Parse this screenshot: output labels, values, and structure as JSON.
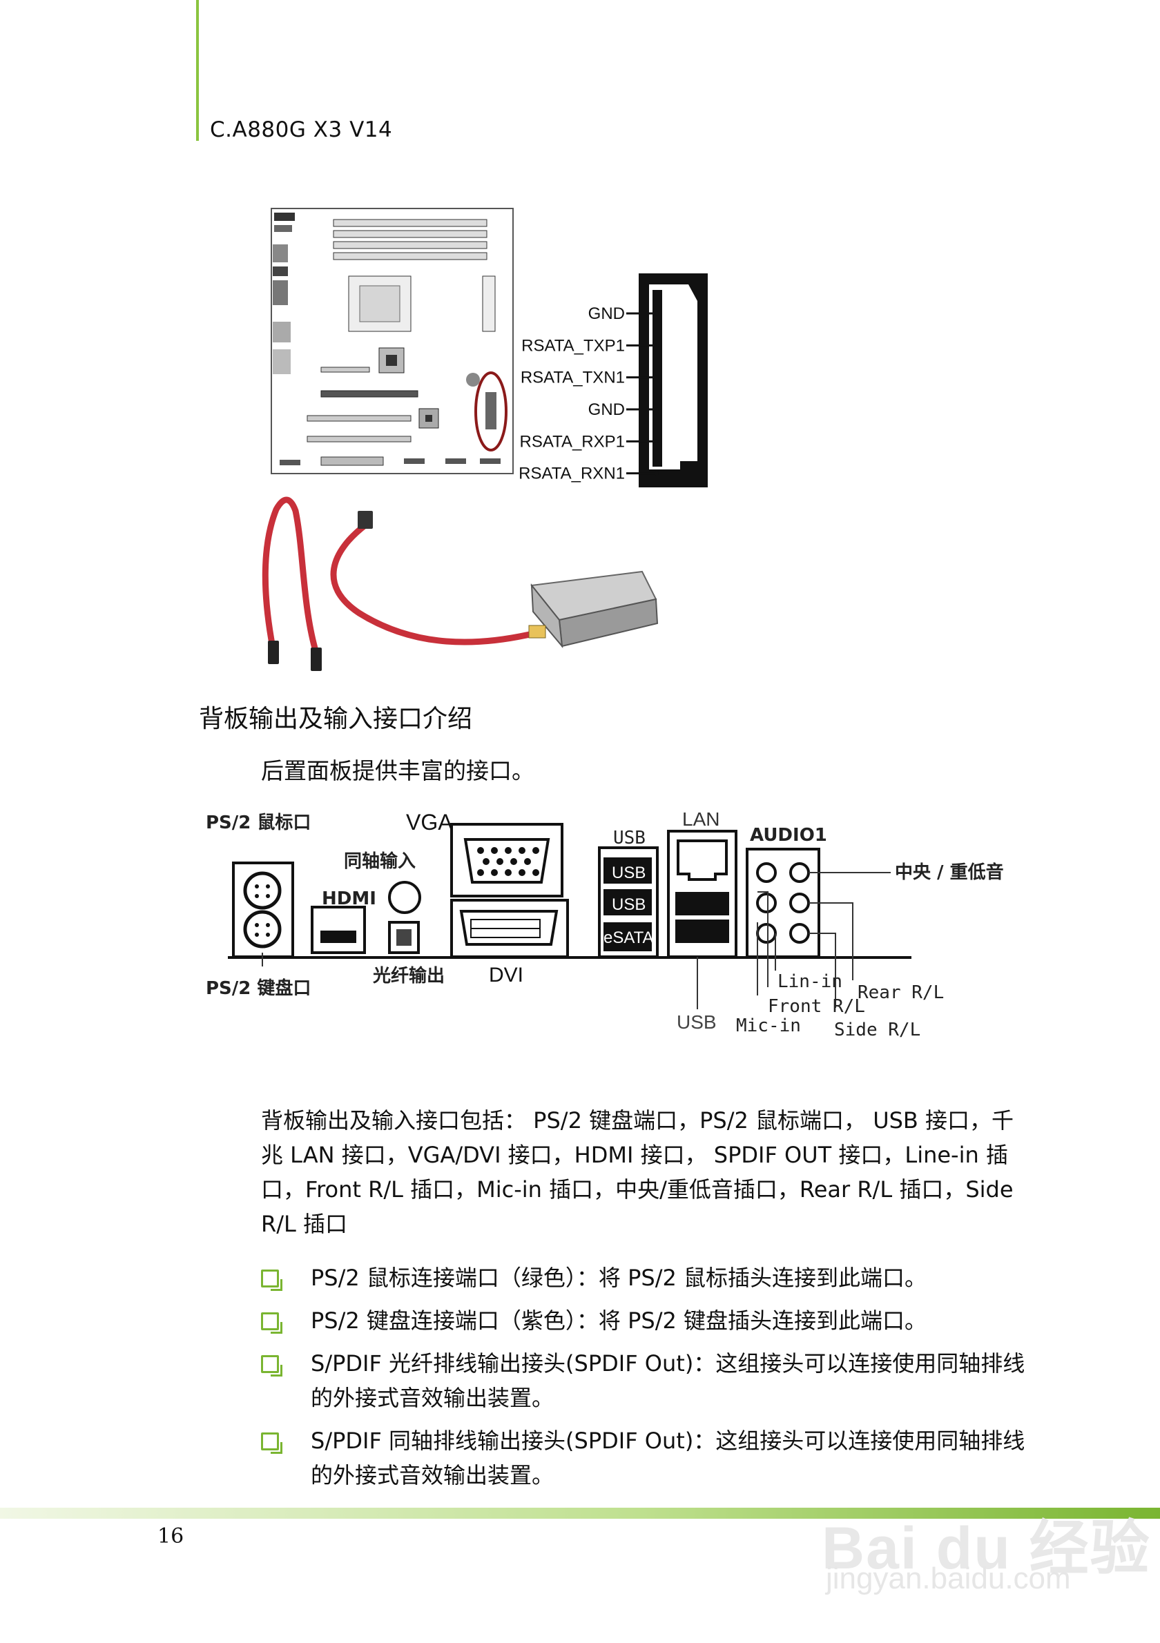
{
  "header": {
    "title": "C.A880G X3 V14"
  },
  "sata_diagram": {
    "pins": [
      "GND",
      "RSATA_TXP1",
      "RSATA_TXN1",
      "GND",
      "RSATA_RXP1",
      "RSATA_RXN1",
      "GND"
    ]
  },
  "section_heading": "背板输出及输入接口介绍",
  "intro": "后置面板提供丰富的接口。",
  "io_labels": {
    "ps2_mouse": "PS/2 鼠标口",
    "vga": "VGA",
    "coax": "同轴输入",
    "hdmi": "HDMI",
    "optical": "光纤输出",
    "dvi": "DVI",
    "ps2_keyboard": "PS/2 键盘口",
    "usb_top": "USB",
    "usb1": "USB",
    "usb2": "USB",
    "esata": "eSATA",
    "lan": "LAN",
    "audio": "AUDIO1",
    "center_sub": "中央 / 重低音",
    "line_in": "Lin-in",
    "rear": "Rear R/L",
    "front": "Front R/L",
    "usb_bottom": "USB",
    "mic_in": "Mic-in",
    "side": "Side R/L"
  },
  "paragraph": "背板输出及输入接口包括： PS/2 键盘端口，PS/2 鼠标端口， USB 接口，千兆 LAN 接口，VGA/DVI 接口，HDMI 接口， SPDIF OUT 接口，Line-in 插口，Front R/L 插口，Mic-in 插口，中央/重低音插口，Rear R/L 插口，Side R/L 插口",
  "bullets": [
    "PS/2 鼠标连接端口（绿色）：将 PS/2 鼠标插头连接到此端口。",
    "PS/2 键盘连接端口（紫色）：将 PS/2 键盘插头连接到此端口。",
    "S/PDIF 光纤排线输出接头(SPDIF Out)：这组接头可以连接使用同轴排线的外接式音效输出装置。",
    "S/PDIF 同轴排线输出接头(SPDIF Out)：这组接头可以连接使用同轴排线的外接式音效输出装置。"
  ],
  "page_number": "16",
  "watermark": {
    "brand": "Bai du 经验",
    "url": "jingyan.baidu.com"
  },
  "colors": {
    "accent_green": "#7ab531",
    "sata_red": "#c8303a",
    "highlight_oval": "#8b1a1a"
  }
}
